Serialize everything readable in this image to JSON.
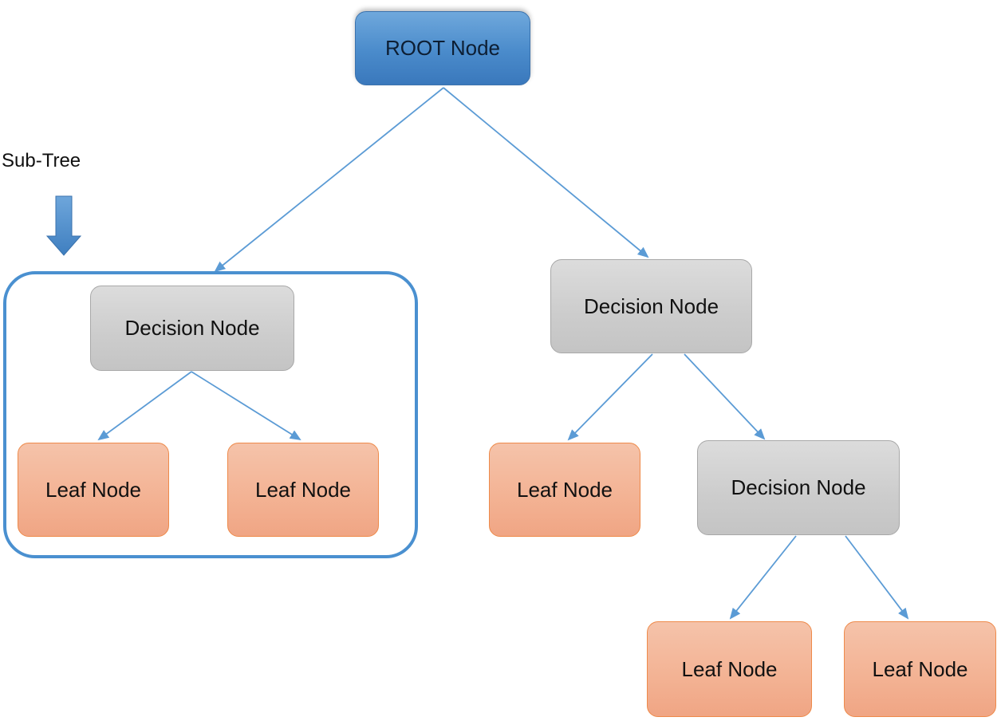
{
  "subtree": {
    "label": "Sub-Tree"
  },
  "nodes": {
    "root": "ROOT Node",
    "left_decision": "Decision Node",
    "right_decision": "Decision Node",
    "right_sub_decision": "Decision Node",
    "leaf_1": "Leaf Node",
    "leaf_2": "Leaf Node",
    "leaf_3": "Leaf Node",
    "leaf_4": "Leaf Node",
    "leaf_5": "Leaf Node"
  },
  "colors": {
    "root": "#4a8bcb",
    "decision": "#cccccc",
    "leaf": "#f3b293",
    "leaf_border": "#ee8a4a",
    "edge": "#5b9bd5",
    "subtree_border": "#4a90d0"
  }
}
